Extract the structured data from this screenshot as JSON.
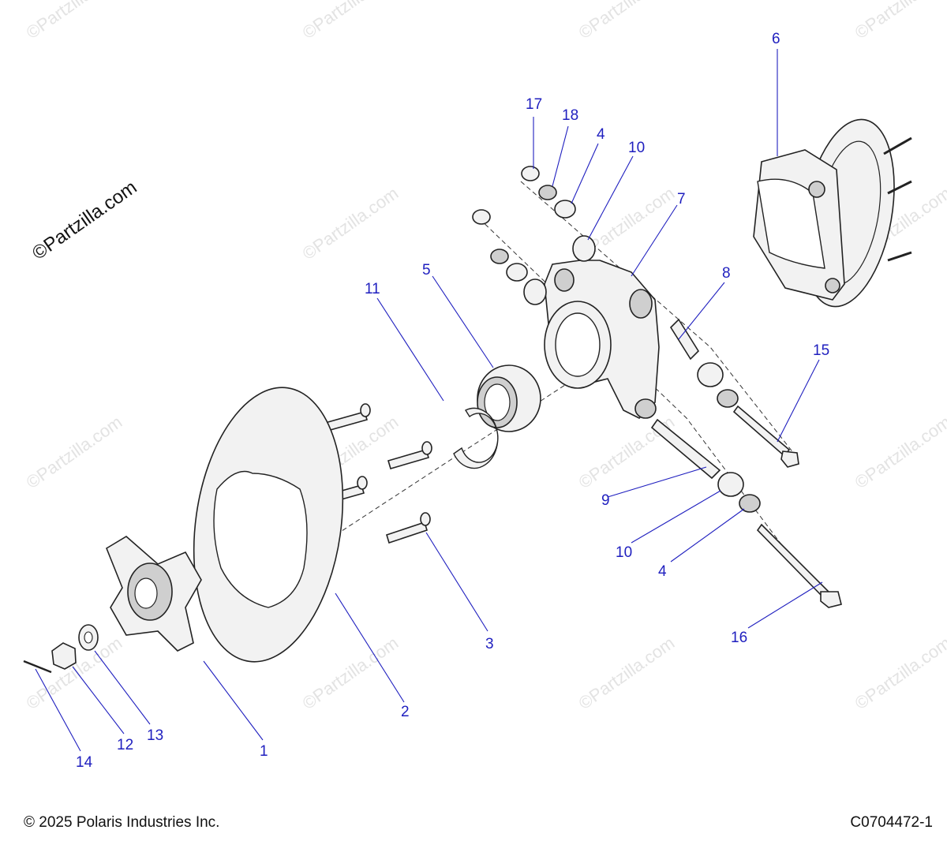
{
  "watermarks": {
    "main": "©Partzilla.com",
    "repeat": "©Partzilla.com"
  },
  "callouts": [
    "17",
    "18",
    "4",
    "10",
    "6",
    "7",
    "5",
    "11",
    "8",
    "15",
    "9",
    "10",
    "4",
    "16",
    "3",
    "2",
    "1",
    "12",
    "13",
    "14"
  ],
  "footer": {
    "copyright": "© 2025 Polaris Industries Inc.",
    "diagram_id": "C0704472-1"
  },
  "colors": {
    "callout": "#1f1fbf",
    "outline": "#222222",
    "watermark": "#e3e3e3"
  }
}
